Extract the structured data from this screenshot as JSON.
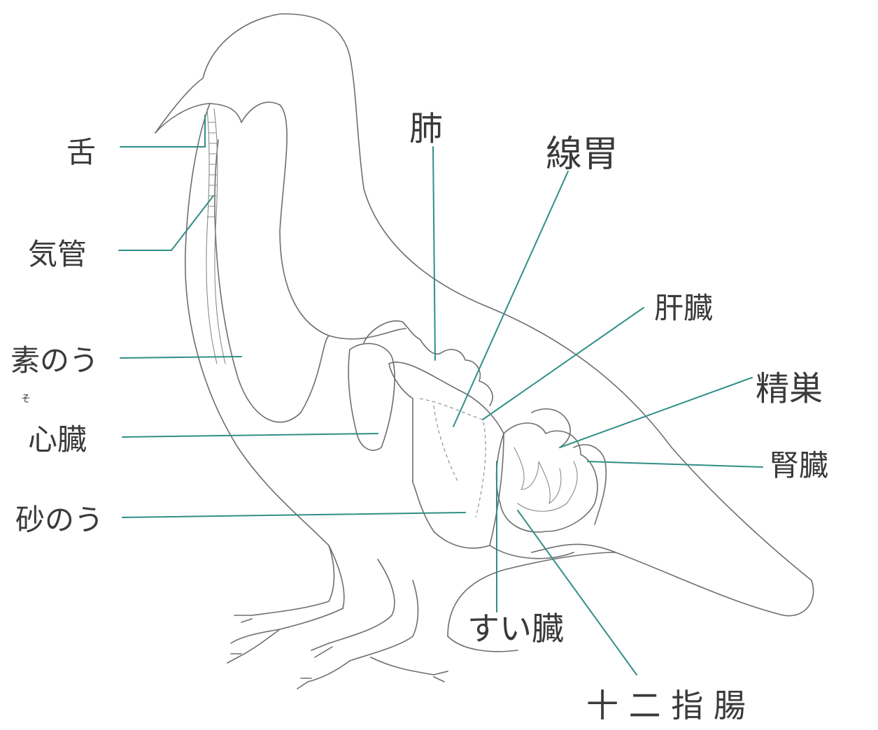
{
  "labels": {
    "tongue": "舌",
    "trachea": "気管",
    "crop": "素のう",
    "crop_ruby": "そ",
    "heart": "心臓",
    "gizzard": "砂のう",
    "lung": "肺",
    "proventriculus": "線胃",
    "liver": "肝臓",
    "testis": "精巣",
    "kidney": "腎臓",
    "pancreas": "すい臓",
    "duodenum": "十 二 指 腸"
  },
  "colors": {
    "leader_line": "#2f8f86",
    "outline": "#6e6e6e",
    "text": "#3a3a3a",
    "background": "#ffffff"
  }
}
